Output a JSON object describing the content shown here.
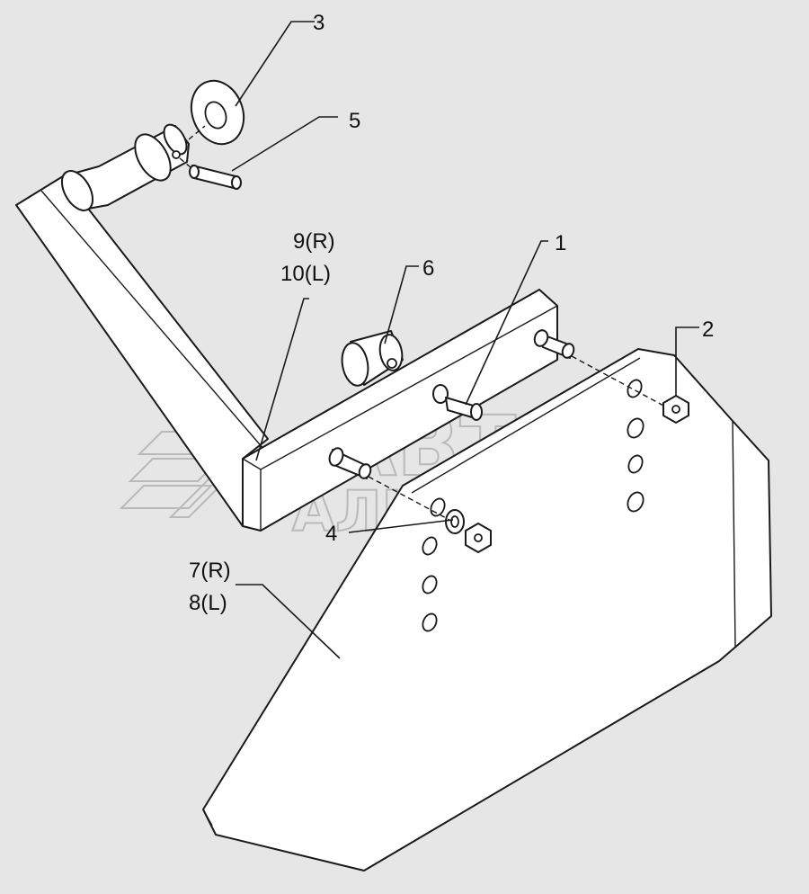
{
  "diagram": {
    "callouts": {
      "part_1": "1",
      "part_2": "2",
      "part_3": "3",
      "part_4": "4",
      "part_5": "5",
      "part_6": "6",
      "part_9r": "9(R)",
      "part_10l": "10(L)",
      "part_7r": "7(R)",
      "part_8l": "8(L)"
    },
    "watermark": {
      "line1": "АВТО",
      "line2": "АЛЬЯНС"
    }
  }
}
